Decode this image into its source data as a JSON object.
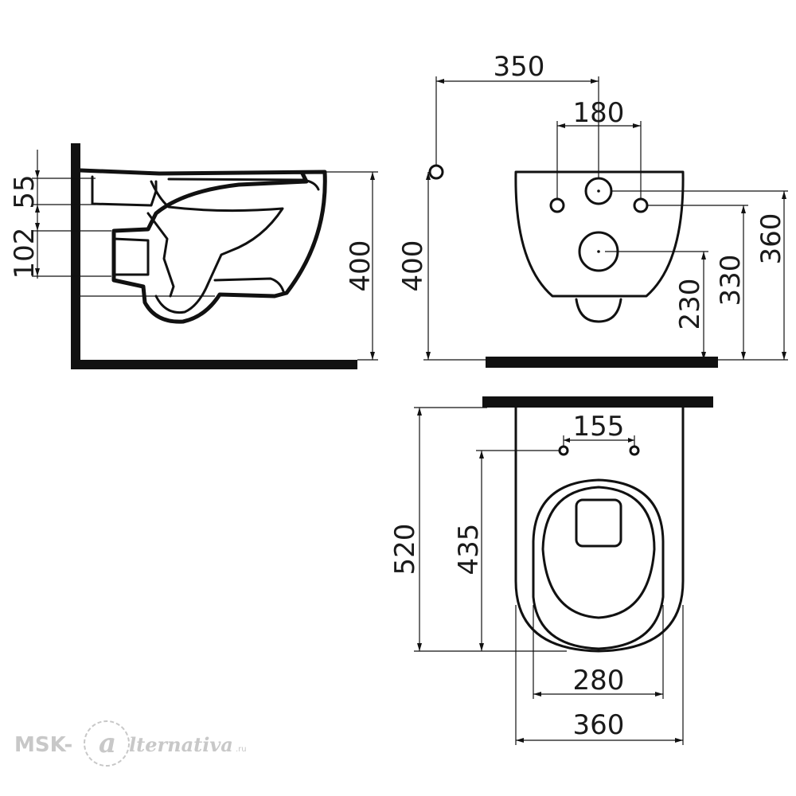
{
  "dimensions": {
    "side_view": {
      "upper_offset": "55",
      "lower_offset": "102",
      "height": "400"
    },
    "front_view": {
      "overall_depth": "350",
      "hole_spacing": "180",
      "height": "400",
      "inlet_height": "360",
      "bolt_height": "330",
      "outlet_height": "230"
    },
    "top_view": {
      "seat_hole_spacing": "155",
      "length": "520",
      "seat_hole_to_front": "435",
      "bowl_inner_width": "280",
      "overall_width": "360"
    }
  },
  "watermark": {
    "brand": "MSK-",
    "letter": "a",
    "suffix": "lternativa",
    "domain": ".ru"
  }
}
